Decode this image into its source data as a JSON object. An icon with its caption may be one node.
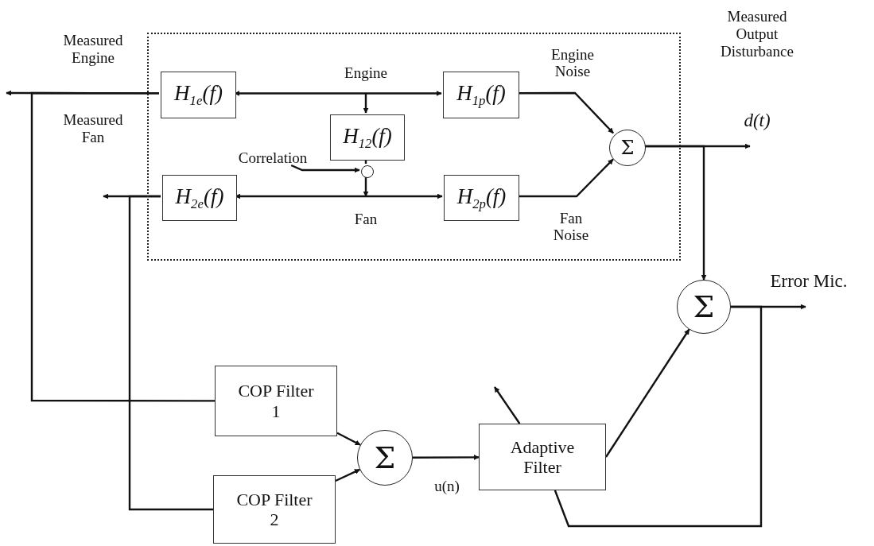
{
  "diagram": {
    "nodes": [
      {
        "text": [],
        "shape": "box"
      },
      {
        "text": [
          "H$_{1e}$(f)"
        ],
        "in": 0
      },
      {
        "text": [
          "H$_{1p}$(f)"
        ],
        "in": 0
      },
      {
        "text": [
          "H$_{12}$(f)"
        ],
        "in": 0
      },
      {
        "text": [
          "Correlation"
        ],
        "in": 0
      },
      {
        "text": [],
        "shape": "circle",
        "in": 0
      },
      {
        "text": [
          "H$_{2e}$(f)"
        ],
        "in": 0
      },
      {
        "text": [
          "H$_{2p}$(f)"
        ],
        "in": 0
      },
      {
        "text": [
          "Σ"
        ],
        "in": 0
      },
      {
        "text": [
          "Σ"
        ]
      },
      {
        "text": [
          "COP Filter 1"
        ]
      },
      {
        "text": [
          "COP Filter 2"
        ]
      },
      {
        "text": [
          "Σ"
        ]
      },
      {
        "text": [
          "Adaptive Filter"
        ]
      }
    ],
    "edges": [
      {
        "from": 1,
        "to": null,
        "arrow": "to"
      },
      {
        "from": 1,
        "to": 2,
        "arrow": "both",
        "label": "Engine"
      },
      {
        "from": null,
        "to": 3,
        "arrow": "to"
      },
      {
        "from": 3,
        "to": 5,
        "arrow": "none"
      },
      {
        "from": 4,
        "to": 5,
        "arrow": "to"
      },
      {
        "from": 5,
        "to": null,
        "arrow": "to"
      },
      {
        "from": 6,
        "to": null,
        "arrow": "to"
      },
      {
        "from": 6,
        "to": 7,
        "arrow": "both",
        "label": "Fan"
      },
      {
        "from": 2,
        "to": 8,
        "arrow": "to",
        "label": "Engine Noise"
      },
      {
        "from": 7,
        "to": 8,
        "arrow": "to",
        "label": "Fan Noise"
      },
      {
        "from": 8,
        "to": null,
        "arrow": "to",
        "label": "d(t)"
      },
      {
        "from": 8,
        "to": 9,
        "arrow": "to"
      },
      {
        "from": 9,
        "to": null,
        "arrow": "to",
        "label": "Error Mic."
      },
      {
        "from": 1,
        "to": 10,
        "arrow": "none"
      },
      {
        "from": 6,
        "to": 11,
        "arrow": "none"
      },
      {
        "from": 10,
        "to": 12,
        "arrow": "to"
      },
      {
        "from": 11,
        "to": 12,
        "arrow": "to"
      },
      {
        "from": 12,
        "to": 13,
        "arrow": "to",
        "label": "u(n)"
      },
      {
        "from": 13,
        "to": 9,
        "arrow": "to"
      },
      {
        "from": 9,
        "to": 13,
        "arrow": "none"
      },
      {
        "from": 13,
        "to": null,
        "arrow": "to"
      }
    ],
    "labels": [
      "Measured Engine",
      "Measured Fan",
      "Measured Output Disturbance"
    ]
  }
}
